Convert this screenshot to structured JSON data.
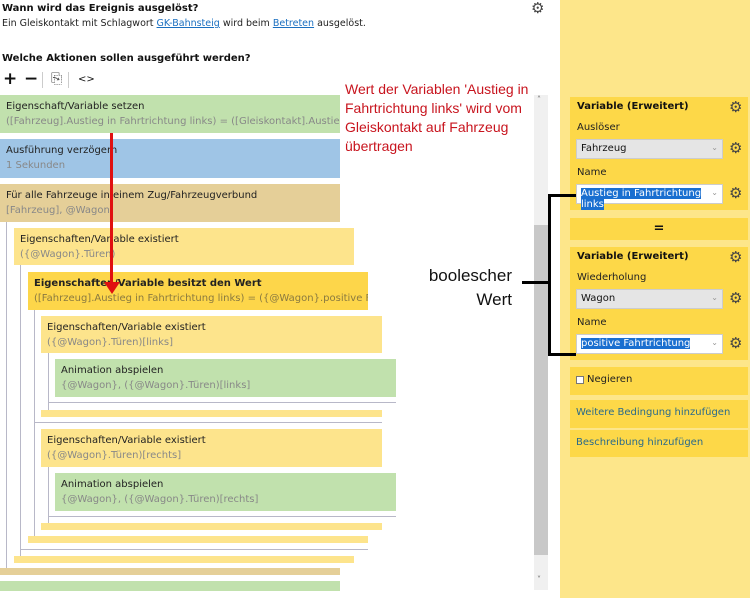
{
  "header": {
    "title": "Wann wird das Ereignis ausgelöst?",
    "desc_pre": "Ein Gleiskontakt mit Schlagwort ",
    "desc_link1": "GK-Bahnsteig",
    "desc_mid": " wird beim ",
    "desc_link2": "Betreten",
    "desc_post": " ausgelöst."
  },
  "actions": {
    "title": "Welche Aktionen sollen ausgeführt werden?",
    "toolbar": {
      "add": "+",
      "remove": "−",
      "copy": "⎘",
      "code": "<>"
    }
  },
  "items": [
    {
      "title": "Eigenschaft/Variable setzen",
      "sub": "([Fahrzeug].Austieg in Fahrtrichtung links) = ([Gleiskontakt].Austieg in F..."
    },
    {
      "title": "Ausführung verzögern",
      "sub": "1 Sekunden"
    },
    {
      "title": "Für alle Fahrzeuge in einem Zug/Fahrzeugverbund",
      "sub": "[Fahrzeug], @Wagon"
    },
    {
      "title": "Eigenschaften/Variable existiert",
      "sub": "({@Wagon}.Türen)"
    },
    {
      "title": "Eigenschaften/Variable besitzt den Wert",
      "sub": "([Fahrzeug].Austieg in Fahrtrichtung links) = ({@Wagon}.positive Fahrt..."
    },
    {
      "title": "Eigenschaften/Variable existiert",
      "sub": "({@Wagon}.Türen)[links]"
    },
    {
      "title": "Animation abspielen",
      "sub": "{@Wagon}, ({@Wagon}.Türen)[links]"
    },
    {
      "title": "Eigenschaften/Variable existiert",
      "sub": "({@Wagon}.Türen)[rechts]"
    },
    {
      "title": "Animation abspielen",
      "sub": "{@Wagon}, ({@Wagon}.Türen)[rechts]"
    }
  ],
  "annotation": "Wert der Variablen 'Austieg in Fahrtrichtung links' wird vom Gleiskontakt auf Fahrzeug übertragen",
  "bracket_label": {
    "line1": "boolescher",
    "line2": "Wert"
  },
  "panel": {
    "var1": {
      "title": "Variable (Erweitert)",
      "label1": "Auslöser",
      "value1": "Fahrzeug",
      "label2": "Name",
      "value2": "Austieg in Fahrtrichtung links"
    },
    "equals": "=",
    "var2": {
      "title": "Variable (Erweitert)",
      "label1": "Wiederholung",
      "value1": "Wagon",
      "label2": "Name",
      "value2": "positive Fahrtrichtung"
    },
    "negate": "Negieren",
    "add_condition": "Weitere Bedingung hinzufügen",
    "add_description": "Beschreibung hinzufügen"
  }
}
